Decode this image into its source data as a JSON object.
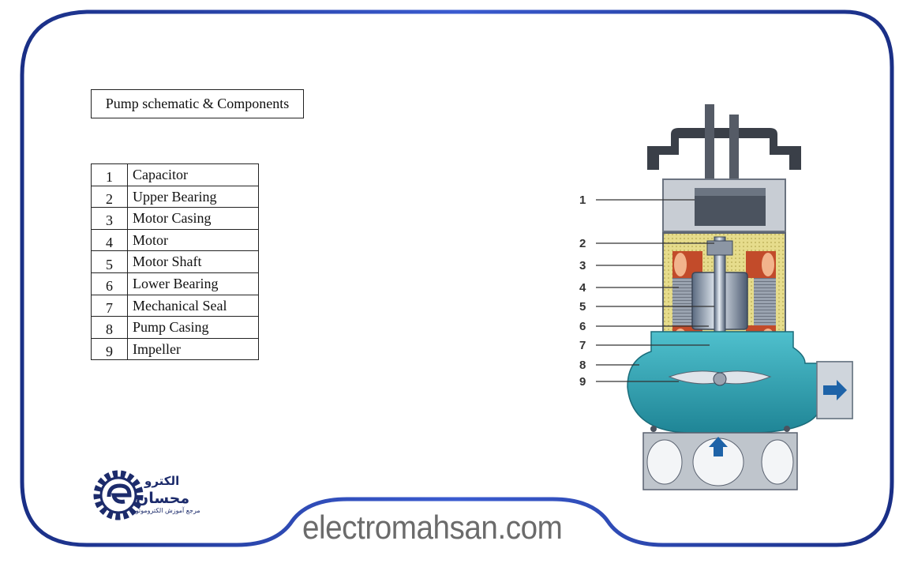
{
  "title": "Pump schematic & Components",
  "components": [
    {
      "num": "1",
      "name": "Capacitor"
    },
    {
      "num": "2",
      "name": "Upper Bearing"
    },
    {
      "num": "3",
      "name": "Motor Casing"
    },
    {
      "num": "4",
      "name": "Motor"
    },
    {
      "num": "5",
      "name": "Motor Shaft"
    },
    {
      "num": "6",
      "name": "Lower Bearing"
    },
    {
      "num": "7",
      "name": "Mechanical Seal"
    },
    {
      "num": "8",
      "name": "Pump Casing"
    },
    {
      "num": "9",
      "name": "Impeller"
    }
  ],
  "diagram_labels": [
    "1",
    "2",
    "3",
    "4",
    "5",
    "6",
    "7",
    "8",
    "9"
  ],
  "website": "electromahsan.com",
  "logo": {
    "line1": "الکترو",
    "line2": "محسان",
    "line3": "مرجع آموزش الکتروموتور"
  },
  "colors": {
    "frame": "#1f3a93",
    "pump_casing": "#2aa0b0",
    "motor_core": "#c24b2a",
    "logo": "#1c2b6b"
  }
}
